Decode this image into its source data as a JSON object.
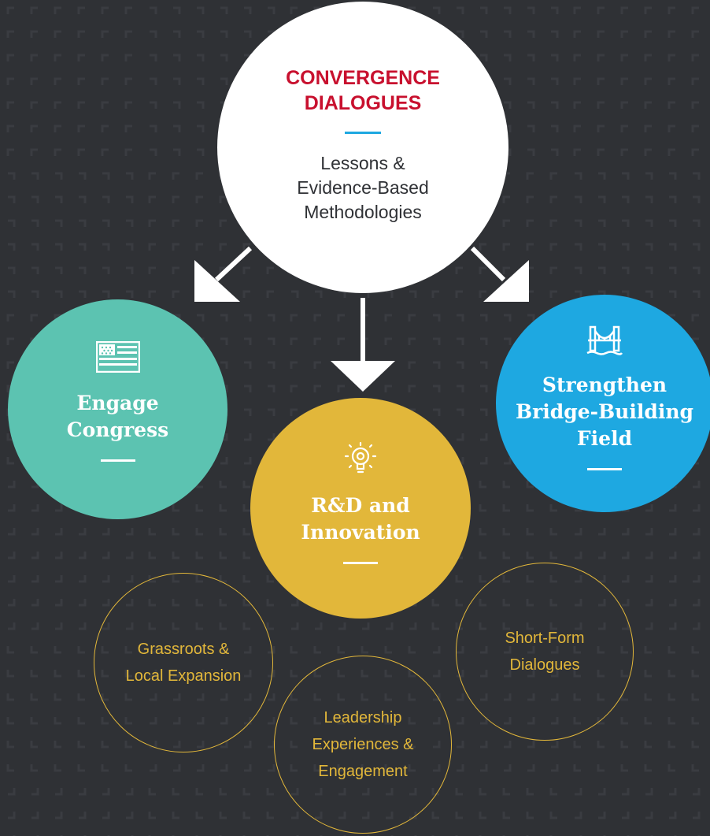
{
  "colors": {
    "background": "#2f3135",
    "pattern": "#3a3c41",
    "white": "#ffffff",
    "red": "#c8102e",
    "teal": "#5cc3b1",
    "yellow": "#e2b73a",
    "blue": "#1ea8e1"
  },
  "center": {
    "title_line1": "CONVERGENCE",
    "title_line2": "DIALOGUES",
    "subtitle_line1": "Lessons &",
    "subtitle_line2": "Evidence-Based",
    "subtitle_line3": "Methodologies"
  },
  "engage": {
    "icon": "flag-icon",
    "line1": "Engage",
    "line2": "Congress"
  },
  "rnd": {
    "icon": "lightbulb-icon",
    "line1": "R&D and",
    "line2": "Innovation"
  },
  "bridge": {
    "icon": "bridge-icon",
    "line1": "Strengthen",
    "line2": "Bridge-Building",
    "line3": "Field"
  },
  "sub_items": {
    "grassroots": {
      "line1": "Grassroots &",
      "line2": "Local Expansion"
    },
    "leadership": {
      "line1": "Leadership",
      "line2": "Experiences &",
      "line3": "Engagement"
    },
    "shortform": {
      "line1": "Short-Form",
      "line2": "Dialogues"
    }
  }
}
